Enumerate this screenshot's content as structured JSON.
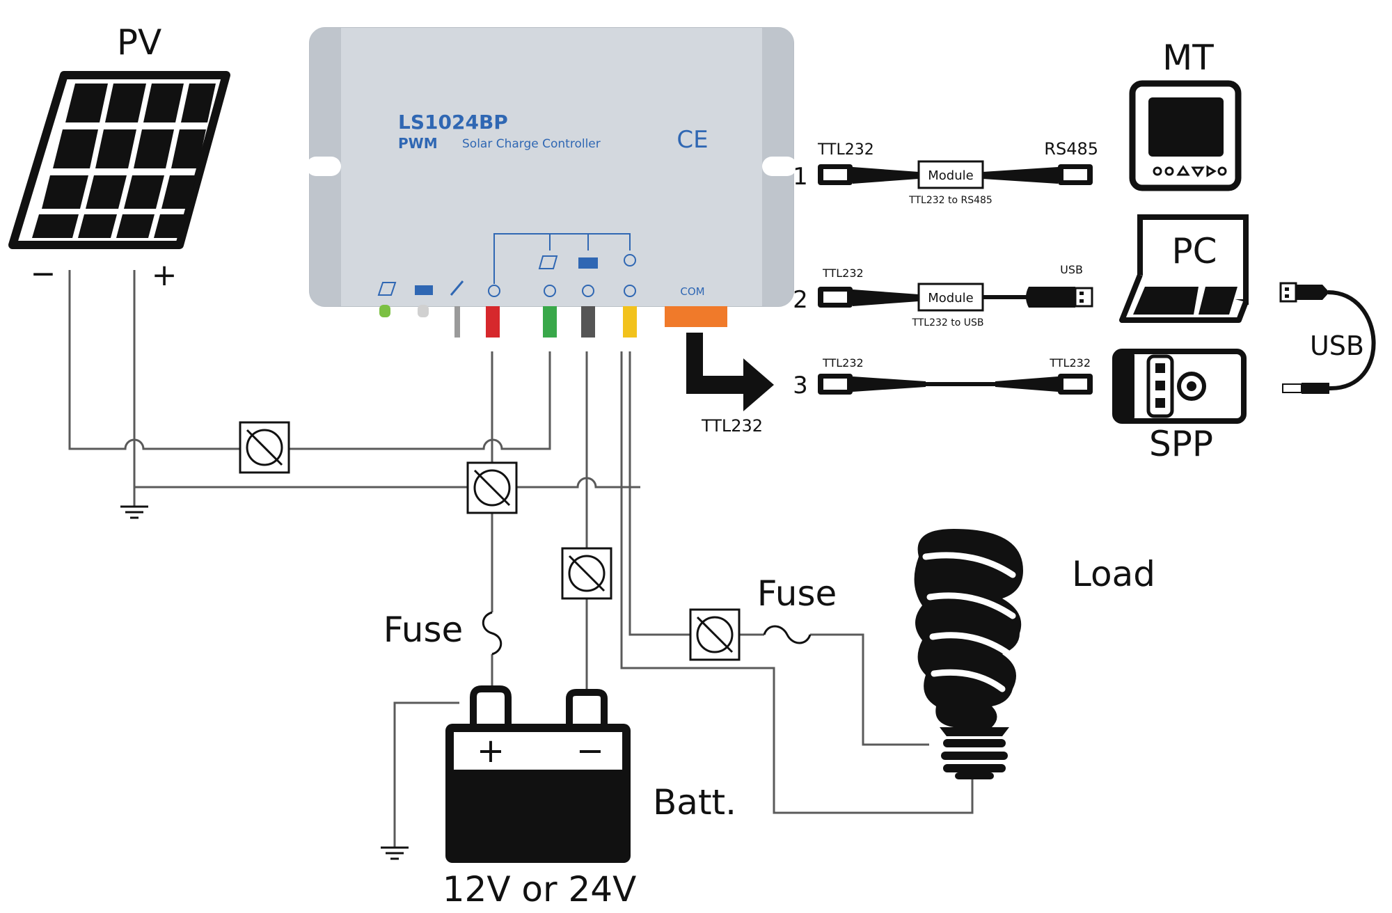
{
  "labels": {
    "pv": "PV",
    "pv_minus": "−",
    "pv_plus": "+",
    "mt": "MT",
    "pc": "PC",
    "spp": "SPP",
    "usb": "USB",
    "load": "Load",
    "fuse_battery": "Fuse",
    "fuse_load": "Fuse",
    "battery": "Batt.",
    "battery_voltage": "12V or 24V",
    "battery_plus": "+",
    "battery_minus": "−",
    "ttl232_com": "TTL232"
  },
  "controller": {
    "model": "LS1024BP",
    "pwm": "PWM",
    "subtitle": "Solar Charge Controller",
    "ce_mark": "CE",
    "com_label": "COM"
  },
  "connections": [
    {
      "index": "1",
      "left": "TTL232",
      "module": "Module",
      "right": "RS485",
      "caption": "TTL232 to RS485"
    },
    {
      "index": "2",
      "left": "TTL232",
      "module": "Module",
      "right": "USB",
      "caption": "TTL232 to USB"
    },
    {
      "index": "3",
      "left": "TTL232",
      "right": "TTL232"
    }
  ],
  "colors": {
    "controller_body": "#cfd4da",
    "controller_text": "#2f67b3",
    "com_port": "#f07a2a",
    "wire_red": "#d6282c",
    "wire_green": "#39a84a",
    "wire_black": "#555555",
    "wire_yellow": "#f2c21c"
  }
}
